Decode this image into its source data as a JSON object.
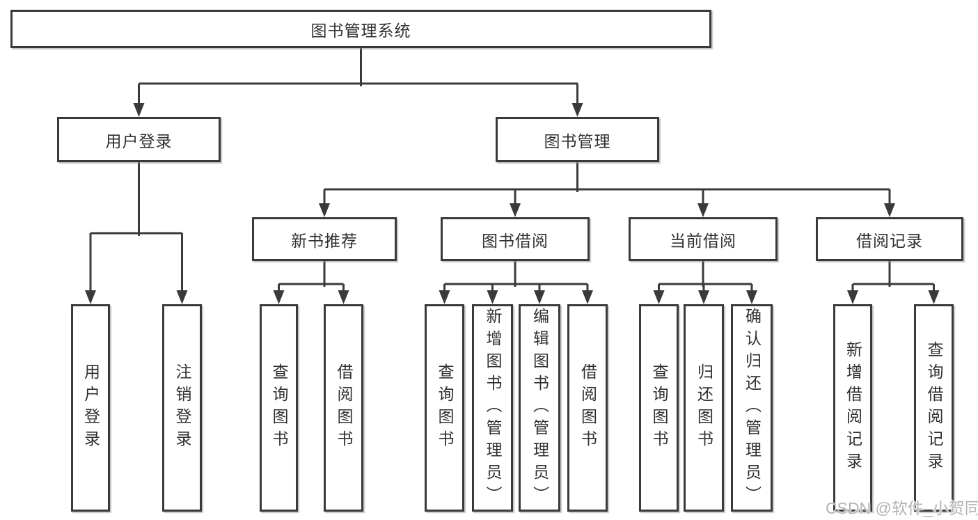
{
  "diagram_title": "图书管理系统",
  "nodes": {
    "root": {
      "label": "图书管理系统"
    },
    "level2": [
      {
        "label": "用户登录"
      },
      {
        "label": "图书管理"
      }
    ],
    "level3": [
      {
        "label": "新书推荐",
        "parent": "图书管理"
      },
      {
        "label": "图书借阅",
        "parent": "图书管理"
      },
      {
        "label": "当前借阅",
        "parent": "图书管理"
      },
      {
        "label": "借阅记录",
        "parent": "图书管理"
      }
    ],
    "leaves": [
      {
        "label": "用户登录",
        "parent": "用户登录"
      },
      {
        "label": "注销登录",
        "parent": "用户登录"
      },
      {
        "label": "查询图书",
        "parent": "新书推荐"
      },
      {
        "label": "借阅图书",
        "parent": "新书推荐"
      },
      {
        "label": "查询图书",
        "parent": "图书借阅"
      },
      {
        "label": "新增图书（管理员）",
        "parent": "图书借阅"
      },
      {
        "label": "编辑图书（管理员）",
        "parent": "图书借阅"
      },
      {
        "label": "借阅图书",
        "parent": "图书借阅"
      },
      {
        "label": "查询图书",
        "parent": "当前借阅"
      },
      {
        "label": "归还图书",
        "parent": "当前借阅"
      },
      {
        "label": "确认归还（管理员）",
        "parent": "当前借阅"
      },
      {
        "label": "新增借阅记录",
        "parent": "借阅记录"
      },
      {
        "label": "查询借阅记录",
        "parent": "借阅记录"
      }
    ]
  },
  "watermark": {
    "text": "CSDN @软件_小贺同学"
  },
  "colors": {
    "line": "#3a3a3a",
    "box_border": "#3a3a3a",
    "text": "#303030",
    "watermark": "#b3b3b3",
    "background": "#ffffff"
  }
}
